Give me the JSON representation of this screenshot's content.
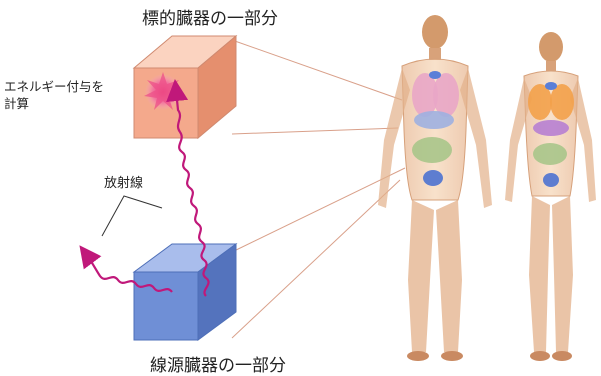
{
  "labels": {
    "target_organ": "標的臓器の一部分",
    "source_organ": "線源臓器の一部分",
    "energy_line1": "エネルギー付与を",
    "energy_line2": "計算",
    "radiation": "放射線"
  },
  "colors": {
    "target_cube_front": "#f4a98c",
    "source_cube_front": "#6f8fd6",
    "wave": "#c0187a",
    "burst": "#f0608f",
    "connector": "#d9a08a"
  },
  "figures": [
    "male-phantom",
    "female-phantom"
  ]
}
